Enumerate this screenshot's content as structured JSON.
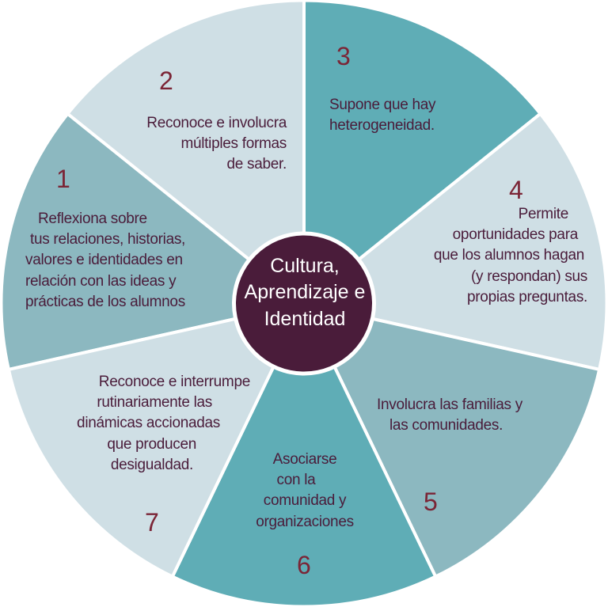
{
  "colors": {
    "light": "#cfdfe5",
    "mid": "#8cb8c0",
    "teal": "#5fadb6",
    "center": "#4a1c3a",
    "number": "#7b2536",
    "text": "#4a1c3a",
    "divider": "#ffffff"
  },
  "center": {
    "lines": [
      "Cultura,",
      "Aprendizaje e",
      "Identidad"
    ]
  },
  "segments": [
    {
      "number": "1",
      "lines": [
        "Reflexiona sobre",
        "tus relaciones, historias,",
        "valores e identidades en",
        "relación con las ideas y",
        "prácticas de los alumnos"
      ]
    },
    {
      "number": "2",
      "lines": [
        "Reconoce e involucra",
        "múltiples formas",
        "de saber."
      ]
    },
    {
      "number": "3",
      "lines": [
        "Supone que hay",
        "heterogeneidad."
      ]
    },
    {
      "number": "4",
      "lines": [
        "Permite",
        "oportunidades para",
        "que los alumnos hagan",
        "(y respondan) sus",
        "propias preguntas."
      ]
    },
    {
      "number": "5",
      "lines": [
        "Involucra las familias y",
        "las comunidades."
      ]
    },
    {
      "number": "6",
      "lines": [
        "Asociarse",
        "con la",
        "comunidad y",
        "organizaciones"
      ]
    },
    {
      "number": "7",
      "lines": [
        "Reconoce e interrumpe",
        "rutinariamente las",
        "dinámicas accionadas",
        "que producen",
        "desigualdad."
      ]
    }
  ]
}
